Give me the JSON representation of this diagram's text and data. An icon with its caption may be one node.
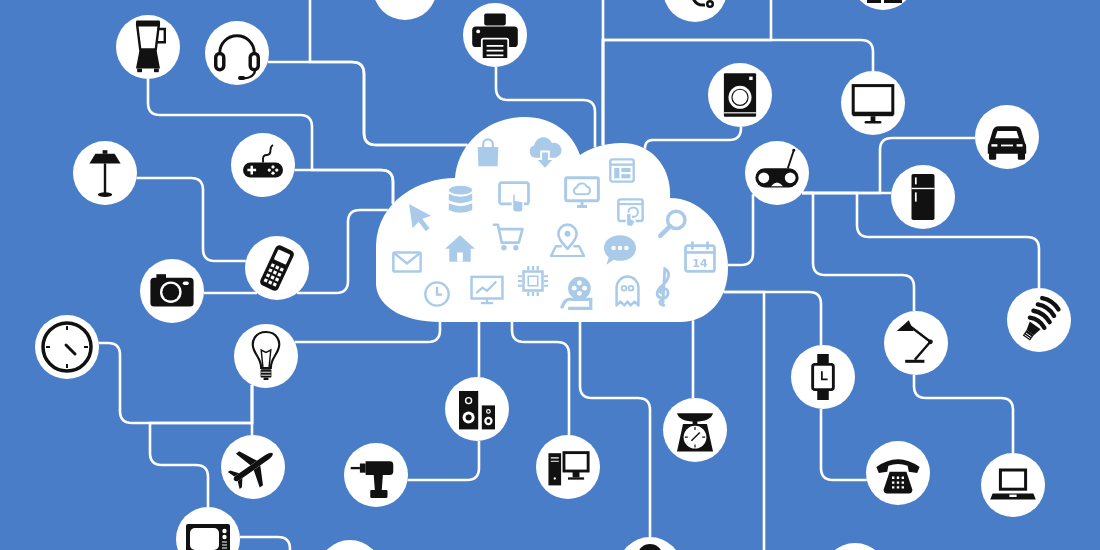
{
  "diagram": {
    "nodes": [
      {
        "text": [],
        "shape": "circle"
      },
      {
        "text": [],
        "shape": "circle"
      },
      {
        "text": [],
        "shape": "circle"
      },
      {
        "text": [],
        "shape": "circle"
      },
      {
        "text": [],
        "shape": "circle"
      },
      {
        "text": [],
        "shape": "circle"
      },
      {
        "text": [],
        "shape": "circle"
      },
      {
        "text": [],
        "shape": "circle"
      },
      {
        "text": [],
        "shape": "cloud"
      },
      {
        "text": [],
        "shape": "circle"
      },
      {
        "text": [],
        "shape": "circle"
      },
      {
        "text": [],
        "shape": "circle"
      },
      {
        "text": [],
        "shape": "circle"
      },
      {
        "text": [],
        "shape": "circle"
      },
      {
        "text": [],
        "shape": "circle"
      },
      {
        "text": [],
        "shape": "circle"
      },
      {
        "text": [],
        "shape": "circle"
      },
      {
        "text": [],
        "shape": "circle"
      },
      {
        "text": [],
        "shape": "circle"
      },
      {
        "text": [],
        "shape": "circle"
      },
      {
        "text": [],
        "shape": "circle"
      },
      {
        "text": [],
        "shape": "circle"
      },
      {
        "text": [],
        "shape": "circle"
      },
      {
        "text": [],
        "shape": "circle"
      },
      {
        "text": [],
        "shape": "circle"
      },
      {
        "text": [],
        "shape": "circle"
      },
      {
        "text": [],
        "shape": "circle"
      },
      {
        "text": [],
        "shape": "circle"
      },
      {
        "text": [],
        "shape": "circle"
      },
      {
        "text": [],
        "shape": "circle"
      },
      {
        "text": [],
        "shape": "circle"
      },
      {
        "text": [],
        "shape": "circle"
      }
    ],
    "edges": [
      {
        "from": 5,
        "to": 8,
        "arrow": "none"
      },
      {
        "from": null,
        "to": 8,
        "arrow": "none"
      },
      {
        "from": 4,
        "to": 8,
        "arrow": "none"
      },
      {
        "from": 10,
        "to": 8,
        "arrow": "none"
      },
      {
        "from": 3,
        "to": 8,
        "arrow": "none"
      },
      {
        "from": null,
        "to": 8,
        "arrow": "none"
      },
      {
        "from": 7,
        "to": 8,
        "arrow": "none"
      },
      {
        "from": null,
        "to": 8,
        "arrow": "none"
      },
      {
        "from": 6,
        "to": 8,
        "arrow": "none"
      },
      {
        "from": 12,
        "to": 8,
        "arrow": "none"
      },
      {
        "from": 9,
        "to": 12,
        "arrow": "none"
      },
      {
        "from": 13,
        "to": 12,
        "arrow": "none"
      },
      {
        "from": 17,
        "to": 12,
        "arrow": "none"
      },
      {
        "from": 16,
        "to": 12,
        "arrow": "none"
      },
      {
        "from": 8,
        "to": 20,
        "arrow": "none"
      },
      {
        "from": null,
        "to": 8,
        "arrow": "none"
      },
      {
        "from": 20,
        "to": 26,
        "arrow": "none"
      },
      {
        "from": 17,
        "to": 27,
        "arrow": "none"
      },
      {
        "from": 22,
        "to": 8,
        "arrow": "none"
      },
      {
        "from": 21,
        "to": 8,
        "arrow": "none"
      },
      {
        "from": 25,
        "to": 21,
        "arrow": "none"
      },
      {
        "from": 24,
        "to": 8,
        "arrow": "none"
      },
      {
        "from": 30,
        "to": 8,
        "arrow": "none"
      },
      {
        "from": 19,
        "to": 8,
        "arrow": "none"
      },
      {
        "from": 23,
        "to": 19,
        "arrow": "none"
      },
      {
        "from": 18,
        "to": 19,
        "arrow": "none"
      },
      {
        "from": 28,
        "to": 19,
        "arrow": "none"
      },
      {
        "from": 15,
        "to": 14,
        "arrow": "none"
      },
      {
        "from": 11,
        "to": 14,
        "arrow": "none"
      },
      {
        "from": 14,
        "to": 8,
        "arrow": "none"
      },
      {
        "from": 28,
        "to": null,
        "arrow": "none"
      }
    ],
    "labels": [
      "14"
    ]
  }
}
